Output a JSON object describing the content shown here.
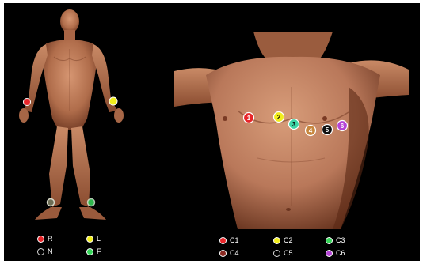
{
  "colors": {
    "background": "#000000",
    "skin_light": "#c98a66",
    "skin_dark": "#7a4028",
    "red": "#e8262a",
    "yellow": "#f2ee1c",
    "green": "#37d65a",
    "teal": "#3ed6a6",
    "brown": "#8a2a22",
    "dark_ring": "#1a1a1a",
    "purple": "#b544d6",
    "limb_dark": "#333333"
  },
  "limb_legend": [
    {
      "label": "R",
      "color": "#e8262a",
      "style": "filled"
    },
    {
      "label": "L",
      "color": "#f2ee1c",
      "style": "filled"
    },
    {
      "label": "N",
      "color": "#222222",
      "style": "ring"
    },
    {
      "label": "F",
      "color": "#37d65a",
      "style": "filled"
    }
  ],
  "chest_legend": [
    {
      "label": "C1",
      "color": "#e8262a",
      "style": "filled"
    },
    {
      "label": "C2",
      "color": "#f2ee1c",
      "style": "filled"
    },
    {
      "label": "C3",
      "color": "#37d65a",
      "style": "filled"
    },
    {
      "label": "C4",
      "color": "#8a2a22",
      "style": "filled"
    },
    {
      "label": "C5",
      "color": "#222222",
      "style": "ring"
    },
    {
      "label": "C6",
      "color": "#b544d6",
      "style": "filled"
    }
  ],
  "chest_electrodes": [
    {
      "number": "1",
      "fill": "#e8262a",
      "text_color": "#ffffff"
    },
    {
      "number": "2",
      "fill": "#f2ee1c",
      "text_color": "#000000"
    },
    {
      "number": "3",
      "fill": "#3ed6a6",
      "text_color": "#000000"
    },
    {
      "number": "4",
      "fill": "#c8873e",
      "text_color": "#ffffff"
    },
    {
      "number": "5",
      "fill": "#111111",
      "text_color": "#ffffff"
    },
    {
      "number": "6",
      "fill": "#b544d6",
      "text_color": "#ffffff"
    }
  ],
  "limb_electrodes": [
    {
      "name": "R",
      "fill": "#e8262a"
    },
    {
      "name": "L",
      "fill": "#f2ee1c"
    },
    {
      "name": "N",
      "fill": "#6d6d55"
    },
    {
      "name": "F",
      "fill": "#37d65a"
    }
  ]
}
